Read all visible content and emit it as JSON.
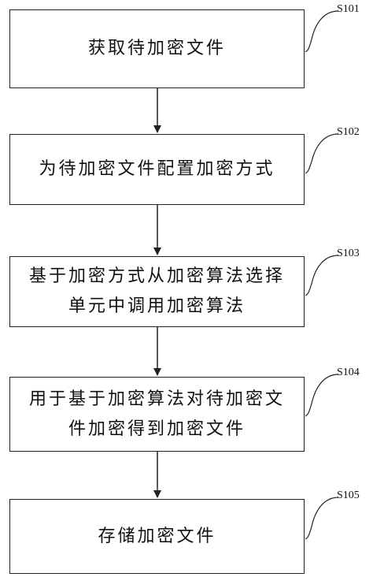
{
  "flowchart": {
    "steps": [
      {
        "id": "S101",
        "text": "获取待加密文件"
      },
      {
        "id": "S102",
        "text": "为待加密文件配置加密方式"
      },
      {
        "id": "S103",
        "text": "基于加密方式从加密算法选择单元中调用加密算法"
      },
      {
        "id": "S104",
        "text": "用于基于加密算法对待加密文件加密得到加密文件"
      },
      {
        "id": "S105",
        "text": "存储加密文件"
      }
    ]
  },
  "colors": {
    "line": "#222222",
    "background": "#ffffff"
  }
}
